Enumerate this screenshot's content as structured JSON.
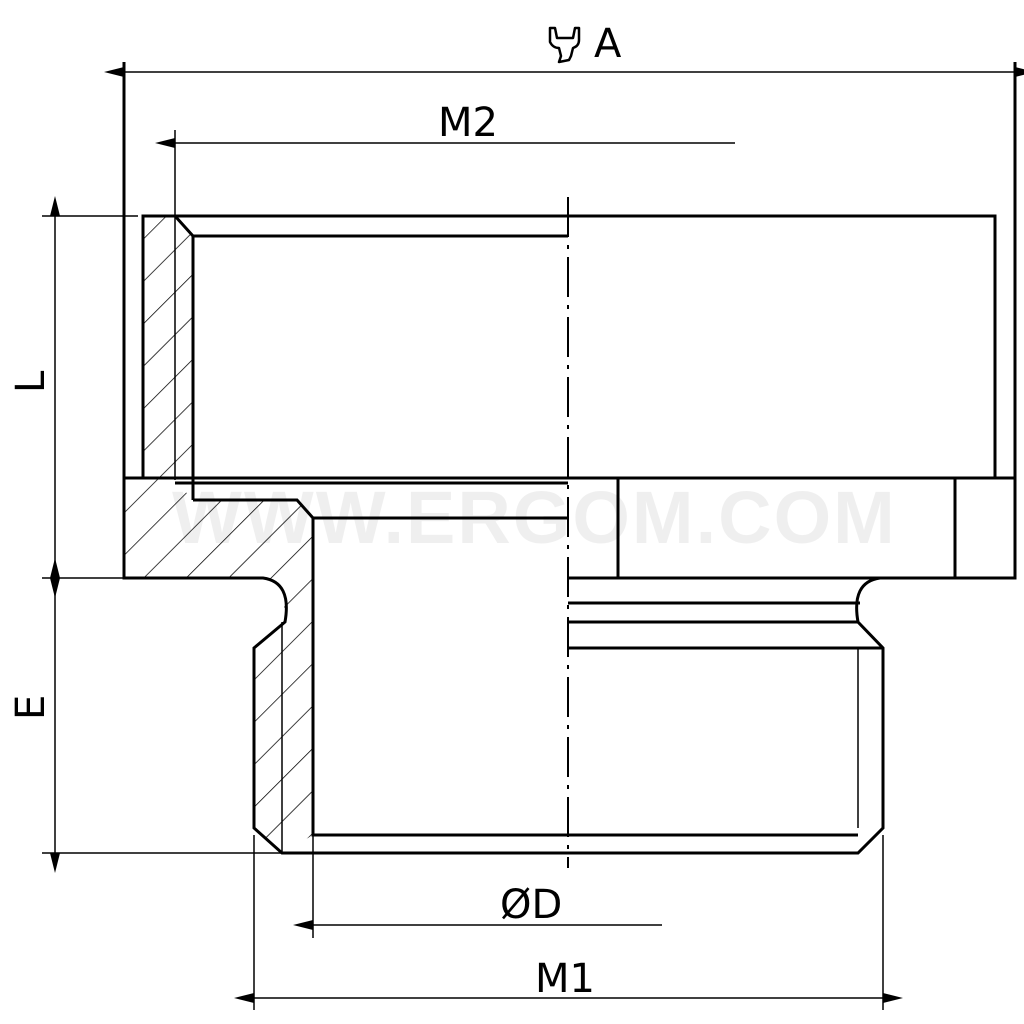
{
  "watermark": "WWW.ERGOM.COM",
  "dimensions": {
    "A": "A",
    "A_symbol": "wrench-icon",
    "M2": "M2",
    "L": "L",
    "E": "E",
    "D": "ØD",
    "M1": "M1"
  },
  "colors": {
    "line": "#000000",
    "background": "#ffffff"
  }
}
